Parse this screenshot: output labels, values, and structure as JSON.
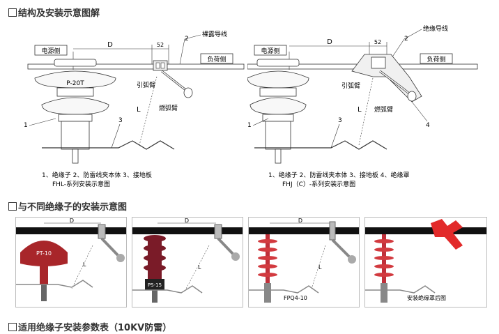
{
  "sections": [
    {
      "title": "结构及安装示意图解"
    },
    {
      "title": "与不同绝缘子的安装示意图"
    },
    {
      "title": "适用绝缘子安装参数表（10KV防雷）"
    }
  ],
  "fhl": {
    "source_side": "电源侧",
    "load_side": "负荷侧",
    "dim_d": "D",
    "dim_52": "52",
    "bare_wire": "裸露导线",
    "insulator_model": "P-20T",
    "arc_lead": "引弧臂",
    "arc_burn": "燃弧臂",
    "dim_l": "L",
    "n1": "1",
    "n2": "2",
    "n3": "3",
    "legend": "1、绝缘子 2、防雷线夹本体 3、接地板",
    "caption": "FHL-系列安装示意图"
  },
  "fhj": {
    "source_side": "电源侧",
    "load_side": "负荷侧",
    "dim_d": "D",
    "dim_52": "52",
    "insulated_wire": "绝缘导线",
    "arc_lead": "引弧臂",
    "arc_burn": "燃弧臂",
    "dim_l": "L",
    "n1": "1",
    "n2": "2",
    "n3": "3",
    "n4": "4",
    "legend": "1、绝缘子 2、防雷线夹本体 3、接地板 4、绝缘罩",
    "caption": "FHJ（C）-系列安装示意图"
  },
  "photos": [
    {
      "model": "PT-10",
      "dim_d": "D",
      "dim_l": "L"
    },
    {
      "model": "PS-15",
      "dim_d": "D",
      "dim_l": "L"
    },
    {
      "model": "FPQ4-10",
      "dim_d": "D",
      "dim_l": "L"
    },
    {
      "caption": "安装绝缘罩后图"
    }
  ]
}
